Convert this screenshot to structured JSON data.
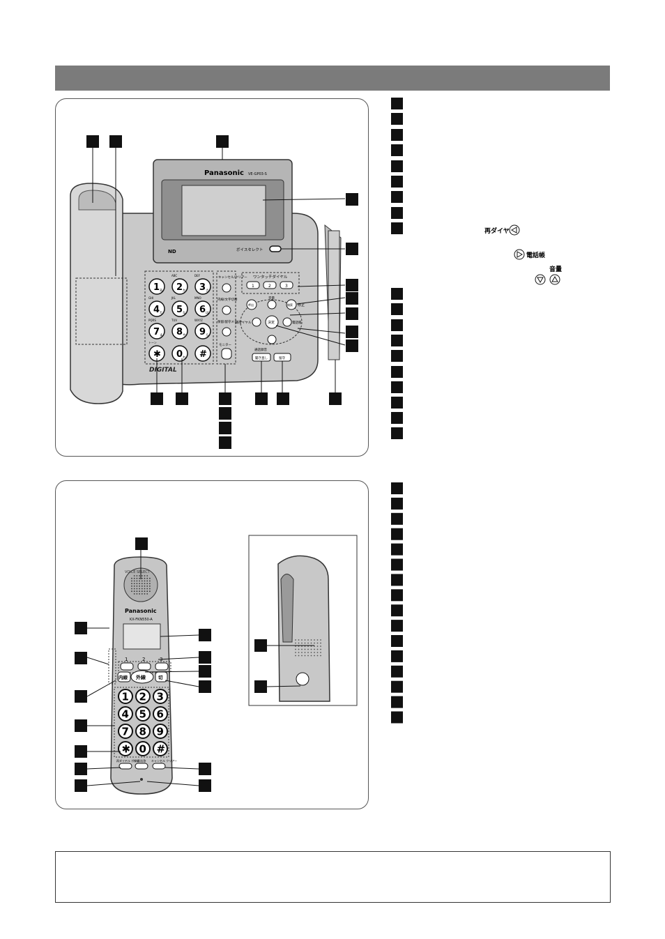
{
  "base_unit": {
    "brand": "Panasonic",
    "model": "VE-GP03-S",
    "voice_select_label": "ボイスセレクト",
    "one_touch_label": "ワンタッチダイヤル",
    "one_touch_keys": [
      "1",
      "2",
      "3"
    ],
    "volume_label": "音量",
    "recall_label": "呼出",
    "edit_label": "修正",
    "search_label": "検索",
    "redial_label": "再ダイヤル",
    "enter_label": "決定",
    "phonebook_label": "電話帳",
    "cancel_clear_label": "キャンセル/クリアー",
    "intercom_label": "内線/文字切替",
    "hold_label": "保留/留守メモリー",
    "monitor_label": "モニター",
    "call_record_label": "通話録音",
    "playback_label": "聞き直し",
    "answer_label": "留守",
    "digital_label": "DIGITAL",
    "keypad": [
      {
        "num": "1",
        "sub": "あ",
        "top": ""
      },
      {
        "num": "2",
        "sub": "か",
        "top": "ABC"
      },
      {
        "num": "3",
        "sub": "さ",
        "top": "DEF"
      },
      {
        "num": "4",
        "sub": "た",
        "top": "GHI"
      },
      {
        "num": "5",
        "sub": "な",
        "top": "JKL"
      },
      {
        "num": "6",
        "sub": "は",
        "top": "MNO"
      },
      {
        "num": "7",
        "sub": "ま",
        "top": "PQRS"
      },
      {
        "num": "8",
        "sub": "や",
        "top": "TUV"
      },
      {
        "num": "9",
        "sub": "ら",
        "top": "WXYZ"
      },
      {
        "num": "✱",
        "sub": "",
        "top": "トーン"
      },
      {
        "num": "0",
        "sub": "わ",
        "top": ""
      },
      {
        "num": "#",
        "sub": "",
        "top": ""
      }
    ]
  },
  "legend_right": {
    "redial_item": "再ダイヤル",
    "phonebook_item": "電話帳",
    "volume_item": "音量"
  },
  "handset": {
    "brand": "Panasonic",
    "model": "KX-FKN550-A",
    "voice_select": "VOICE SELECT",
    "one_touch_keys": [
      "1",
      "2",
      "3"
    ],
    "intercom_label": "内線",
    "outside_label": "外線",
    "off_label": "切",
    "keypad": [
      "1",
      "2",
      "3",
      "4",
      "5",
      "6",
      "7",
      "8",
      "9",
      "✱",
      "0",
      "#"
    ],
    "redial_label": "再ダイヤル ポーズ",
    "hold_label": "保留/応答",
    "clear_label": "キャンセル クリアー"
  }
}
